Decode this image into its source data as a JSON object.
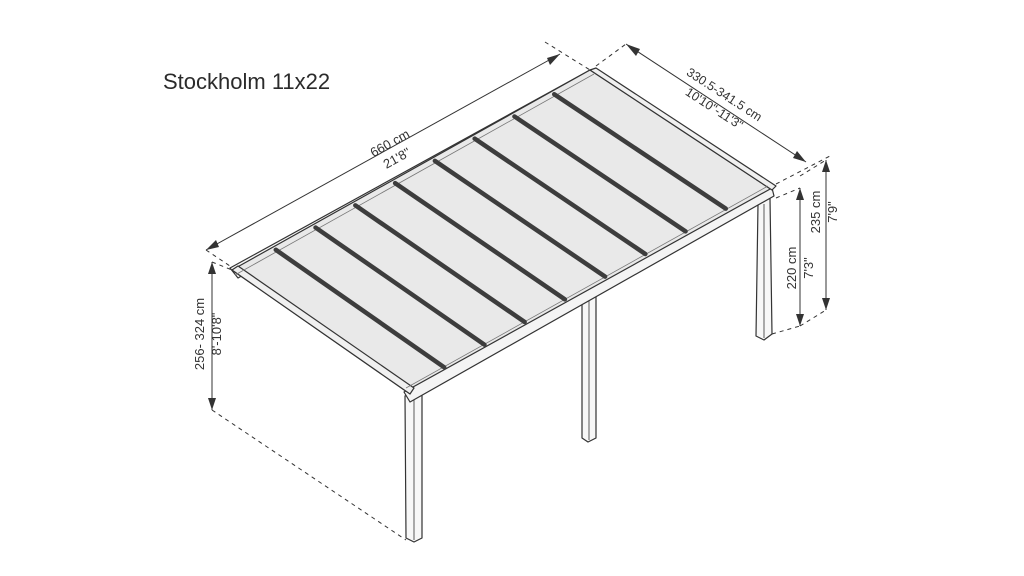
{
  "title": "Stockholm 11x22",
  "dimensions": {
    "length_cm": "660 cm",
    "length_ft": "21'8\"",
    "width_cm": "330.5-341.5 cm",
    "width_ft": "10'10\"-11'3\"",
    "wall_height_cm": "256- 324 cm",
    "wall_height_ft": "8'-10'8\"",
    "post_height_cm": "220 cm",
    "post_height_ft": "7'3\"",
    "front_height_cm": "235 cm",
    "front_height_ft": "7'9\""
  },
  "colors": {
    "line": "#333333",
    "roof_fill": "#e9e9e9",
    "frame_fill": "#f7f7f7",
    "rib": "#3d3d3d"
  }
}
